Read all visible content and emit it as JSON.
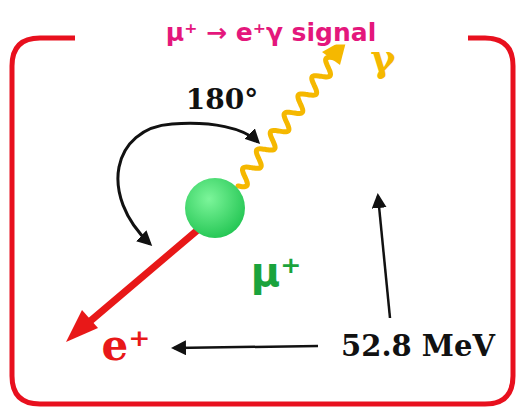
{
  "diagram": {
    "title": "μ⁺ → e⁺γ signal",
    "labels": [
      "180°",
      "γ",
      "μ⁺",
      "e⁺",
      "52.8 MeV"
    ]
  }
}
